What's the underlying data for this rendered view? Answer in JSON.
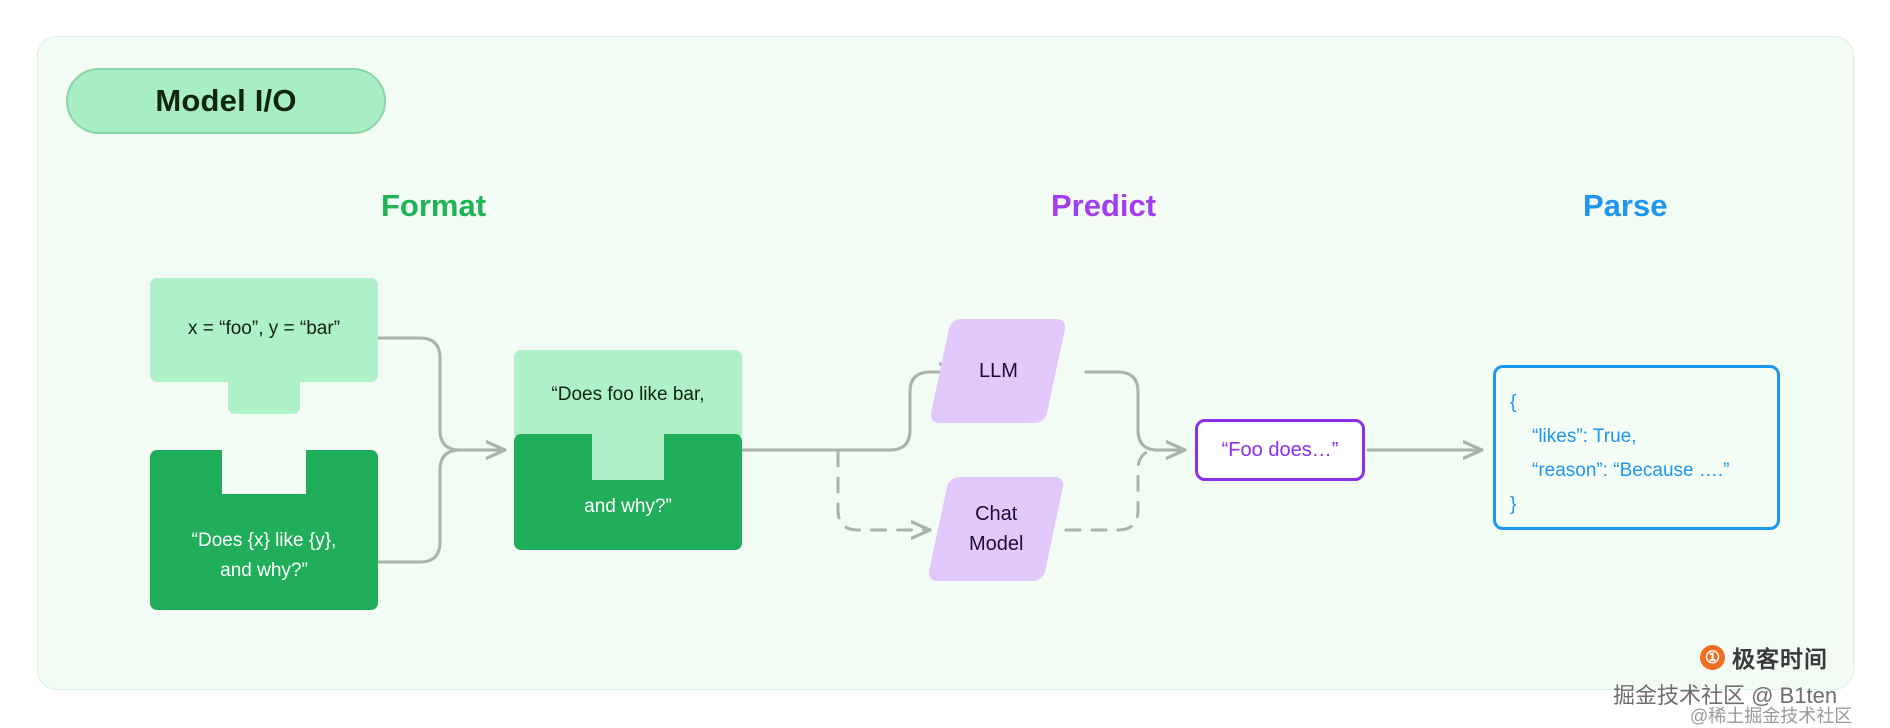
{
  "panel": {
    "title": "Model I/O",
    "background_color": "#f2fcf4"
  },
  "columns": [
    {
      "id": "format",
      "label": "Format",
      "color": "#20b355"
    },
    {
      "id": "predict",
      "label": "Predict",
      "color": "#a33df0"
    },
    {
      "id": "parse",
      "label": "Parse",
      "color": "#1d96f0"
    }
  ],
  "nodes": {
    "variables_piece": {
      "text": "x = “foo”, y = “bar”",
      "fill": "#aef0c8",
      "text_color": "#10240f"
    },
    "template_piece": {
      "text": "“Does {x} like {y},\nand why?”",
      "fill": "#21ae5b",
      "text_color": "#ffffff"
    },
    "merged_piece": {
      "line_top": "“Does foo like bar,",
      "line_bottom": "and why?”",
      "fill_light": "#aef0c8",
      "fill_dark": "#21ae5b"
    },
    "llm": {
      "label": "LLM",
      "fill": "#e2c9fb",
      "text_color": "#20083a"
    },
    "chat_model": {
      "label": "Chat\nModel",
      "fill": "#e2c9fb",
      "text_color": "#20083a"
    },
    "response": {
      "text": "“Foo does…”",
      "border_color": "#8b2fe8",
      "text_color": "#8b2fe8"
    },
    "parsed_json": {
      "lines": [
        "{",
        "“likes”: True,",
        "“reason”: “Because ….”",
        "}"
      ],
      "border_color": "#1d96f0",
      "text_color": "#1d96f0"
    }
  },
  "connectors": {
    "stroke_color": "#a8b3a9",
    "items": [
      {
        "id": "vars-to-merged",
        "style": "solid"
      },
      {
        "id": "template-to-merged",
        "style": "solid"
      },
      {
        "id": "merged-to-llm",
        "style": "solid"
      },
      {
        "id": "merged-to-chat",
        "style": "dashed"
      },
      {
        "id": "llm-to-response",
        "style": "solid"
      },
      {
        "id": "chat-to-response",
        "style": "dashed"
      },
      {
        "id": "response-to-json",
        "style": "solid"
      }
    ]
  },
  "watermarks": {
    "brand_glyph": "①",
    "brand_name": "极客时间",
    "user": "掘金技术社区 @ B1ten",
    "site": "@稀土掘金技术社区"
  }
}
